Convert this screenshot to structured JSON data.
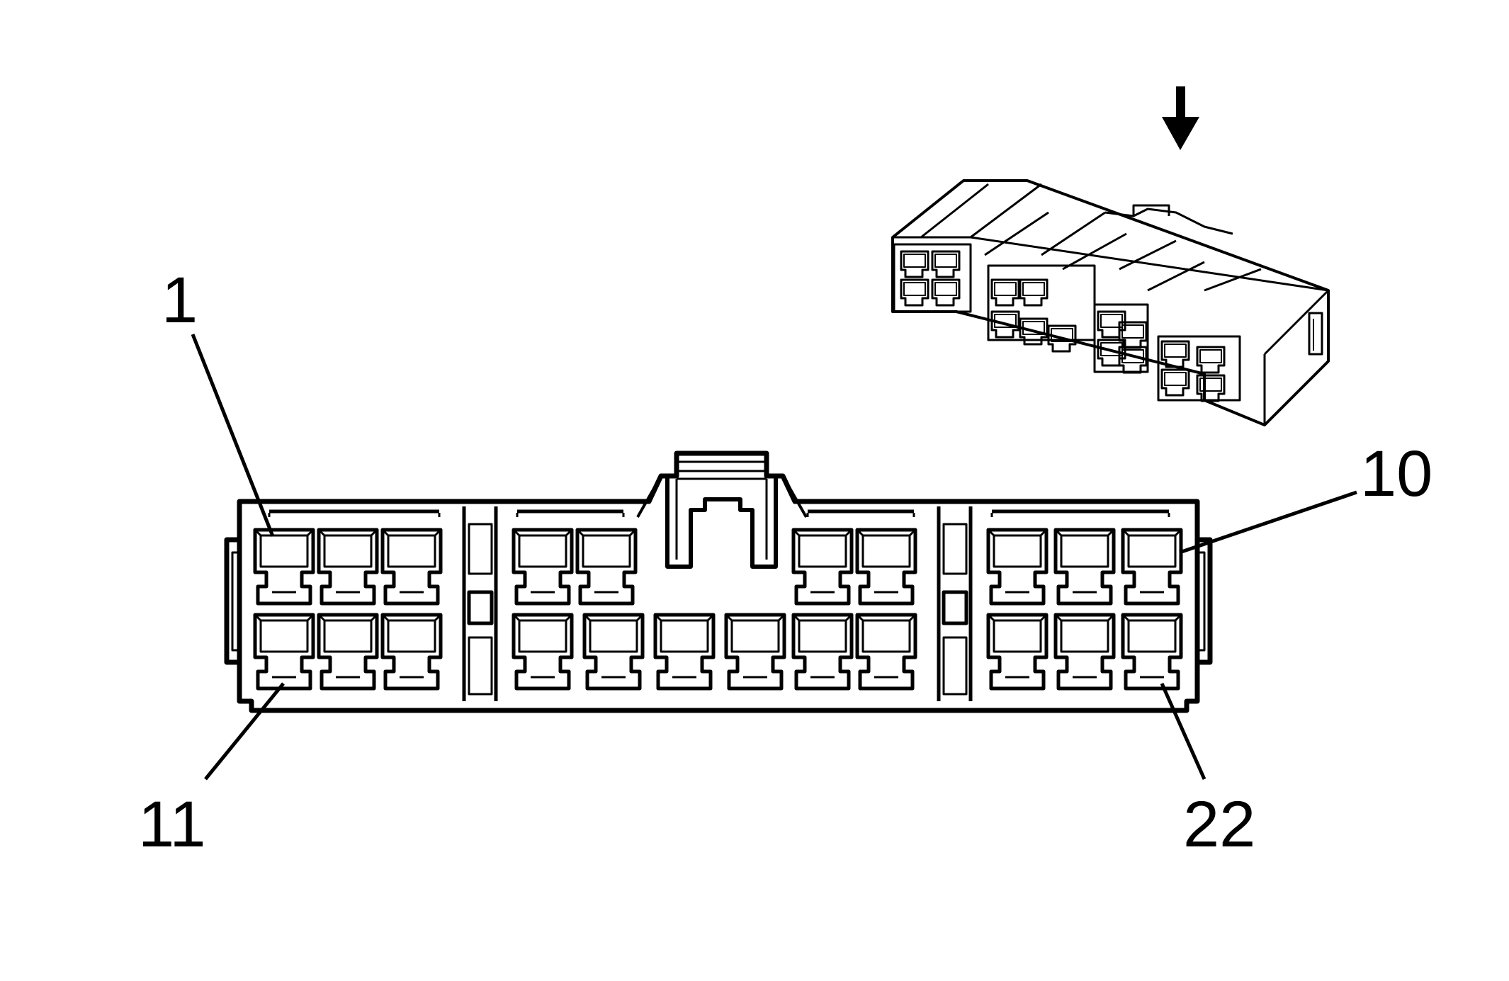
{
  "diagram": {
    "type": "connector-pinout",
    "pin_labels": {
      "top_left": "1",
      "top_right": "10",
      "bottom_left": "11",
      "bottom_right": "22"
    },
    "total_cavities": 22,
    "rows": 2,
    "insert_view": {
      "icon": "arrow-down-icon",
      "description_visible": false
    },
    "colors": {
      "line": "#000000",
      "background": "#ffffff"
    }
  }
}
